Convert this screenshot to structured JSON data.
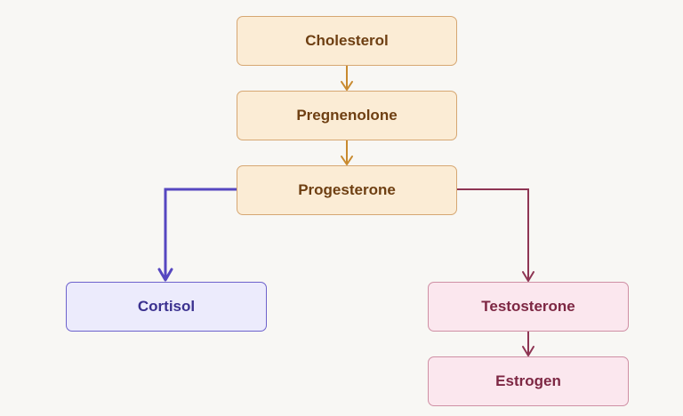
{
  "diagram": {
    "nodes": {
      "cholesterol": "Cholesterol",
      "pregnenolone": "Pregnenolone",
      "progesterone": "Progesterone",
      "cortisol": "Cortisol",
      "testosterone": "Testosterone",
      "estrogen": "Estrogen"
    },
    "edges": [
      {
        "from": "cholesterol",
        "to": "pregnenolone",
        "color": "#c88a2f"
      },
      {
        "from": "pregnenolone",
        "to": "progesterone",
        "color": "#c88a2f"
      },
      {
        "from": "progesterone",
        "to": "cortisol",
        "color": "#5647c0"
      },
      {
        "from": "progesterone",
        "to": "testosterone",
        "color": "#8e3553"
      },
      {
        "from": "testosterone",
        "to": "estrogen",
        "color": "#8e3553"
      }
    ],
    "colors": {
      "background": "#f8f7f4",
      "warm_fill": "#fbecd5",
      "warm_text": "#6e3f12",
      "cool_fill": "#ecebfc",
      "cool_text": "#3b318f",
      "rose_fill": "#fbe7ee",
      "rose_text": "#7d2743"
    }
  }
}
